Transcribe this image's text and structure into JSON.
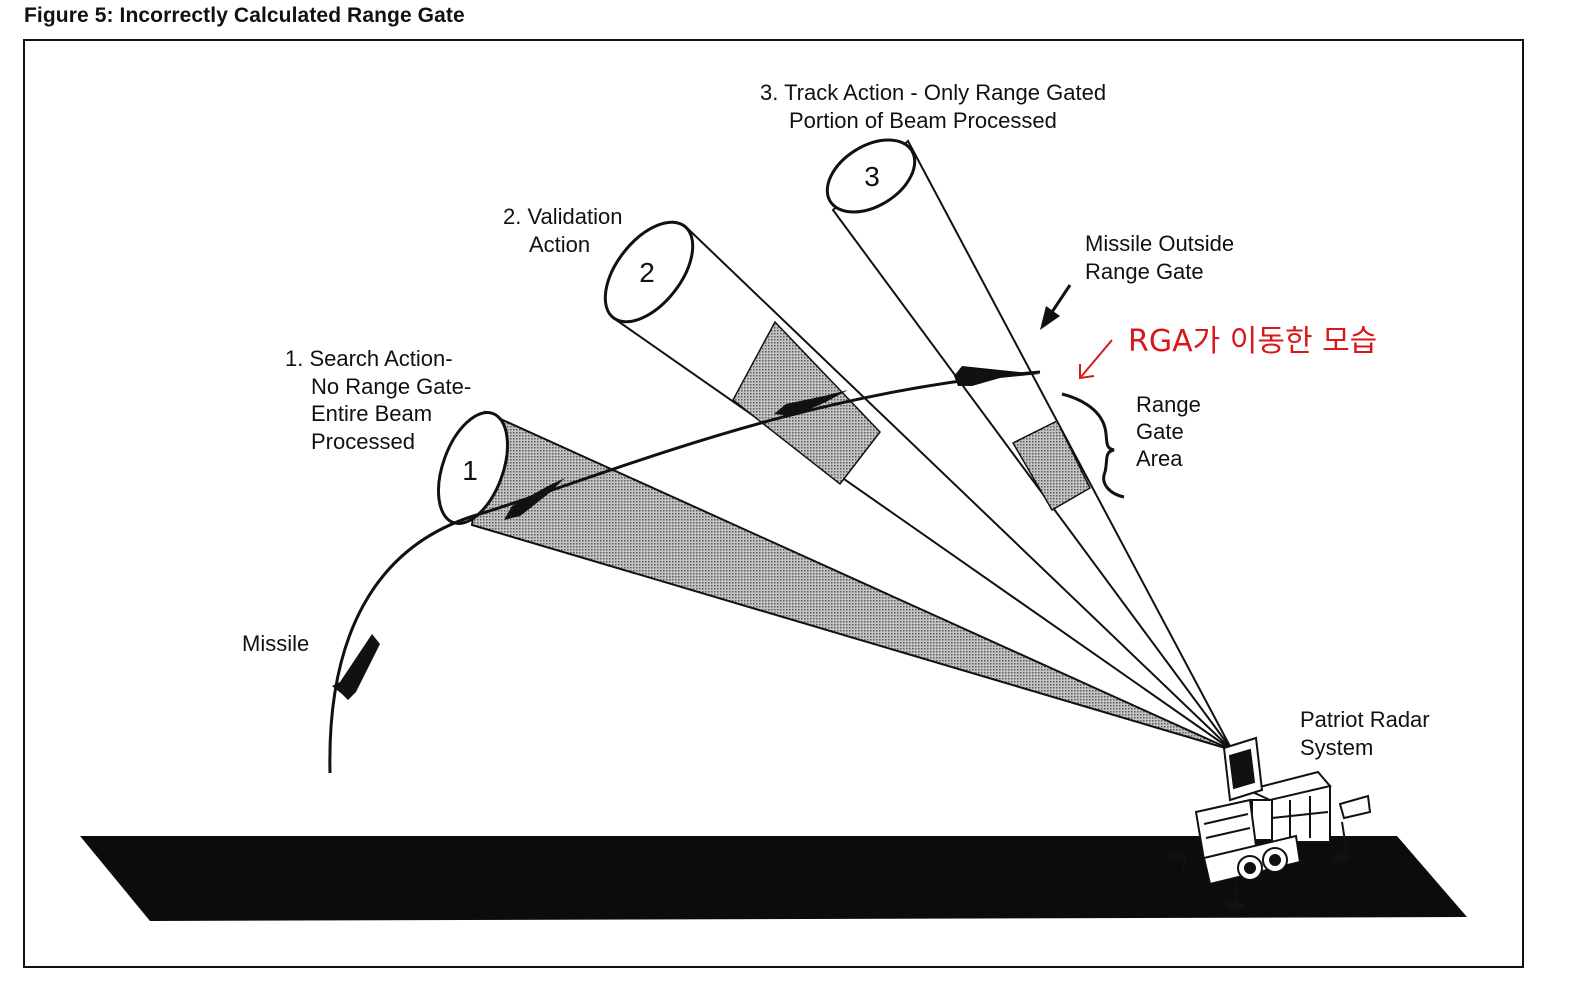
{
  "figure": {
    "title": "Figure 5: Incorrectly Calculated Range Gate"
  },
  "beams": [
    {
      "number": "1",
      "label_lines": [
        "1. Search Action-",
        "No Range Gate-",
        "Entire Beam",
        "Processed"
      ]
    },
    {
      "number": "2",
      "label_lines": [
        "2. Validation",
        "Action"
      ]
    },
    {
      "number": "3",
      "label_lines": [
        "3. Track Action - Only Range Gated",
        "Portion of Beam Processed"
      ]
    }
  ],
  "labels": {
    "missile_outside": [
      "Missile Outside",
      "Range Gate"
    ],
    "range_gate_area": [
      "Range",
      "Gate",
      "Area"
    ],
    "missile": "Missile",
    "radar": [
      "Patriot Radar",
      "System"
    ]
  },
  "annotation": {
    "text": "RGA가 이동한 모습",
    "color": "#d81818"
  },
  "colors": {
    "ink": "#111111",
    "ground": "#0c0c0c",
    "beam_shade": "#9a9a9a"
  }
}
